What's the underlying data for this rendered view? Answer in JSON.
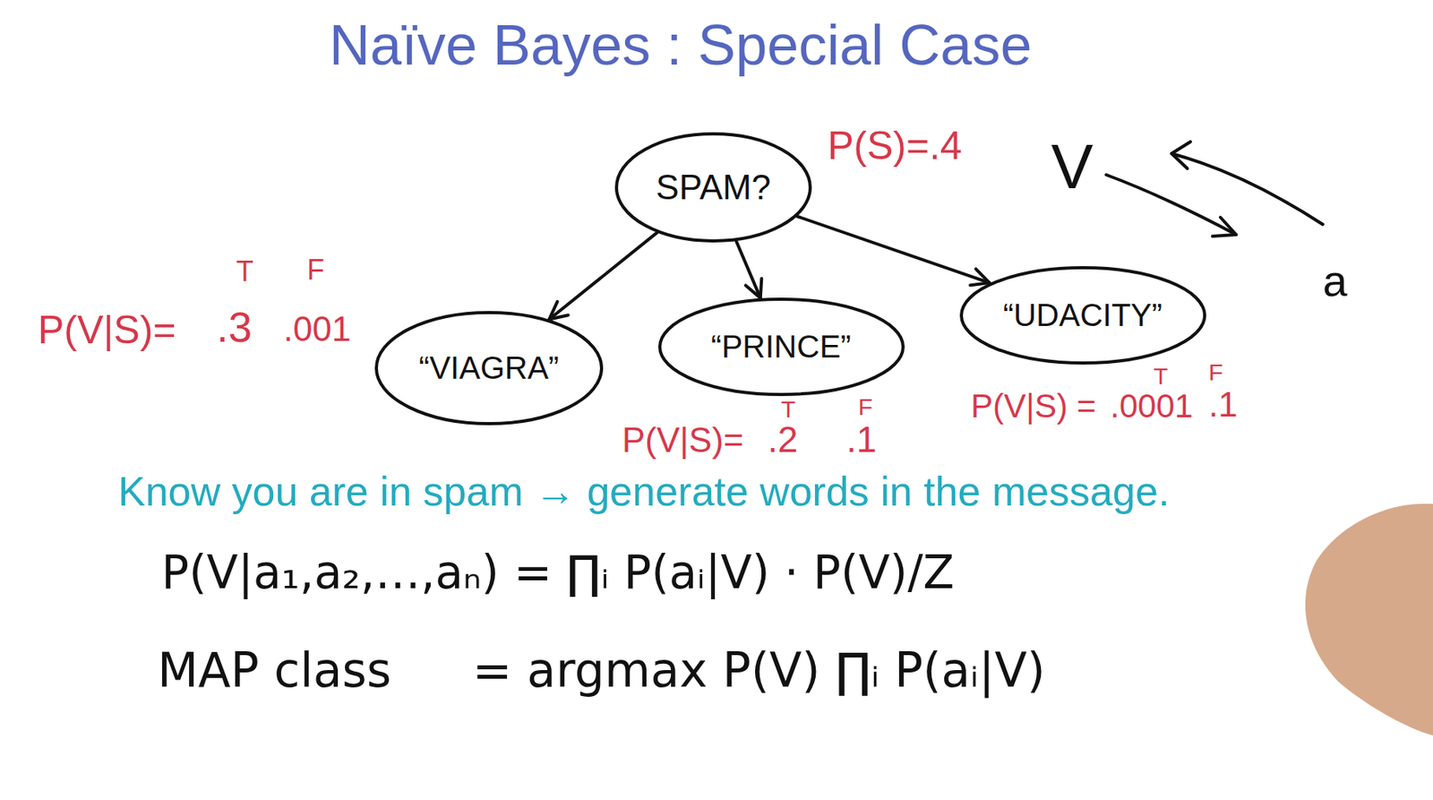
{
  "diagram": {
    "title": "Naïve Bayes : Special Case",
    "nodes": [
      {
        "text": [
          "SPAM?"
        ]
      },
      {
        "text": [
          "“VIAGRA”"
        ]
      },
      {
        "text": [
          "“PRINCE”"
        ]
      },
      {
        "text": [
          "“UDACITY”"
        ]
      }
    ],
    "edges": [
      {
        "from": 0,
        "to": 1,
        "arrow": "to"
      },
      {
        "from": 0,
        "to": 2,
        "arrow": "to"
      },
      {
        "from": 0,
        "to": 3,
        "arrow": "to"
      }
    ],
    "labels": [
      "P(S)=.4",
      "T",
      "F",
      "P(V|S)=",
      ".3",
      ".001",
      "V",
      "a",
      "T",
      "F",
      "P(V|S)=",
      ".2",
      ".1",
      "T",
      "F",
      "P(V|S) =",
      ".0001",
      ".1",
      "Know you are in spam → generate words in the message.",
      "P(V|a₁,a₂,…,aₙ) = ∏ᵢ P(aᵢ|V) · P(V)/Z",
      "MAP class",
      "= argmax P(V) ∏ᵢ P(aᵢ|V)"
    ]
  }
}
